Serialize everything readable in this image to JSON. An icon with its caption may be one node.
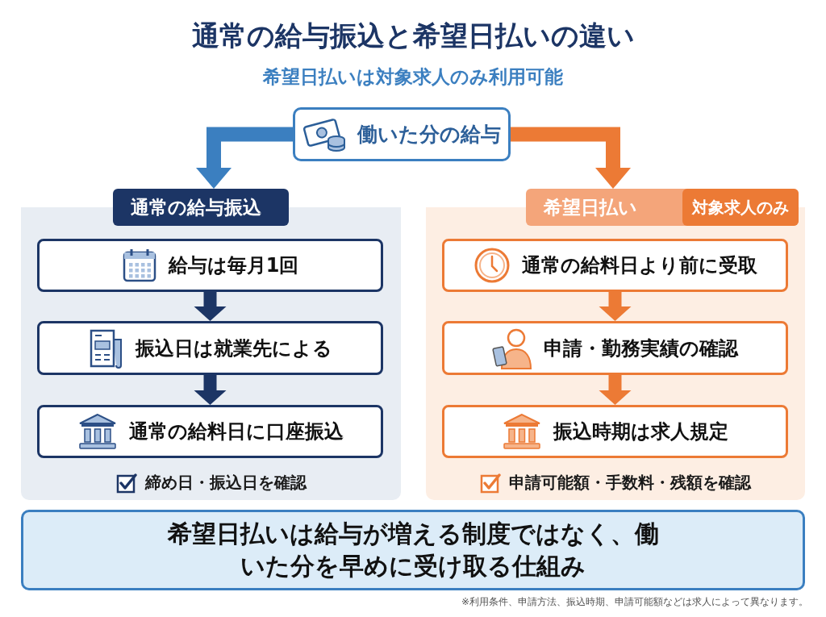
{
  "diagram": {
    "title": "通常の給与振込と希望日払いの違い",
    "nodes": [
      {
        "text": [
          "働いた分の給与"
        ]
      },
      {
        "text": [
          "通常の給与振込",
          "締め日・振込日を確認"
        ]
      },
      {
        "text": [
          "給与は毎月1回"
        ],
        "in": 1
      },
      {
        "text": [
          "振込日は就業先による"
        ],
        "in": 1
      },
      {
        "text": [
          "通常の給料日に口座振込"
        ],
        "in": 1
      },
      {
        "text": [
          "希望日払い",
          "対象求人のみ",
          "申請可能額・手数料・残額を確認"
        ]
      },
      {
        "text": [
          "通常の給料日より前に受取"
        ],
        "in": 5
      },
      {
        "text": [
          "申請・勤務実績の確認"
        ],
        "in": 5
      },
      {
        "text": [
          "振込時期は求人規定"
        ],
        "in": 5
      },
      {
        "text": [
          "希望日払いは給与が増える制度ではなく、働いた分を早めに受け取る仕組み"
        ]
      }
    ],
    "edges": [
      {
        "from": 0,
        "to": 1,
        "arrow": "to",
        "color": "#3b7fc0"
      },
      {
        "from": 0,
        "to": 5,
        "arrow": "to",
        "color": "#ec7a35"
      },
      {
        "from": 2,
        "to": 3,
        "arrow": "to",
        "color": "#1c3565"
      },
      {
        "from": 3,
        "to": 4,
        "arrow": "to",
        "color": "#1c3565"
      },
      {
        "from": 6,
        "to": 7,
        "arrow": "to",
        "color": "#ec7a35"
      },
      {
        "from": 7,
        "to": 8,
        "arrow": "to",
        "color": "#ec7a35"
      }
    ],
    "labels": [
      "希望日払いは対象求人のみ利用可能",
      "※利用条件、申請方法、振込時期、申請可能額などは求人によって異なります。"
    ]
  }
}
